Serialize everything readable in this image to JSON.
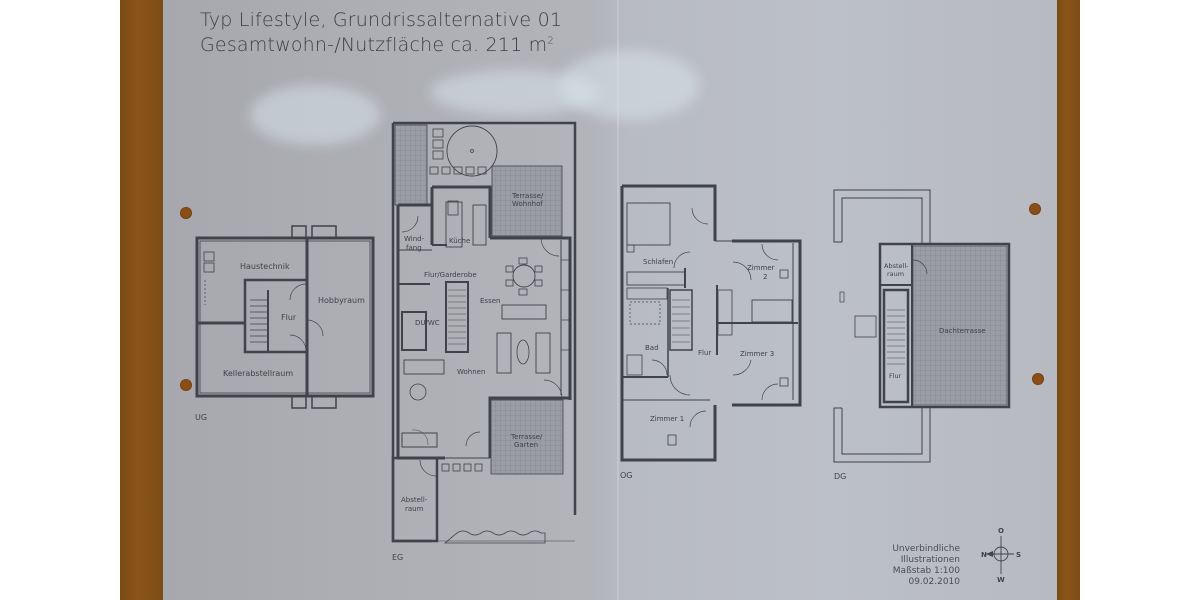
{
  "document": {
    "title_line1": "Typ Lifestyle, Grundrissalternative 01",
    "title_line2_prefix": "Gesamtwohn-/Nutzfläche ca. 211 m",
    "title_line2_sup": "2"
  },
  "floors": {
    "ug": {
      "label": "UG",
      "rooms": {
        "haustechnik": "Haustechnik",
        "flur": "Flur",
        "hobbyraum": "Hobbyraum",
        "kellerabstellraum": "Kellerabstellraum"
      }
    },
    "eg": {
      "label": "EG",
      "rooms": {
        "terrasse_wohnhof_1": "Terrasse/",
        "terrasse_wohnhof_2": "Wohnhof",
        "windfang_1": "Wind-",
        "windfang_2": "fang",
        "kueche": "Küche",
        "flur_garderobe": "Flur/Garderobe",
        "essen": "Essen",
        "duwc": "DU/WC",
        "wohnen": "Wohnen",
        "terrasse_garten_1": "Terrasse/",
        "terrasse_garten_2": "Garten",
        "abstellraum_1": "Abstell-",
        "abstellraum_2": "raum"
      }
    },
    "og": {
      "label": "OG",
      "rooms": {
        "schlafen": "Schlafen",
        "zimmer2_1": "Zimmer",
        "zimmer2_2": "2",
        "bad": "Bad",
        "flur": "Flur",
        "zimmer3": "Zimmer 3",
        "zimmer1": "Zimmer 1"
      }
    },
    "dg": {
      "label": "DG",
      "rooms": {
        "abstellraum_1": "Abstell-",
        "abstellraum_2": "raum",
        "dachterrasse": "Dachterrasse",
        "flur": "Flur"
      }
    }
  },
  "footer": {
    "line1": "Unverbindliche Illustrationen",
    "line2": "Maßstab 1:100",
    "line3": "09.02.2010"
  },
  "compass": {
    "n": "N",
    "o": "O",
    "s": "S",
    "w": "W"
  },
  "colors": {
    "wood": "#7a4a14",
    "paper": "#b7bac0",
    "ink": "#3f4249",
    "tile": "#8f9297"
  }
}
